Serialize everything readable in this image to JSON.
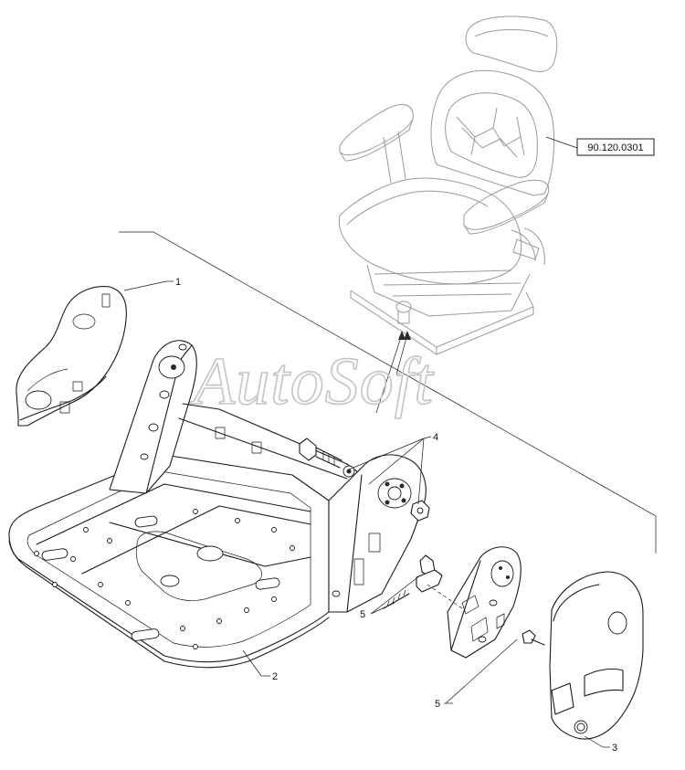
{
  "watermark": "AutoSoft",
  "reference_box": "90.120.0301",
  "callouts": {
    "c1": "1",
    "c2": "2",
    "c3": "3",
    "c4": "4",
    "c5a": "5",
    "c5b": "5"
  }
}
